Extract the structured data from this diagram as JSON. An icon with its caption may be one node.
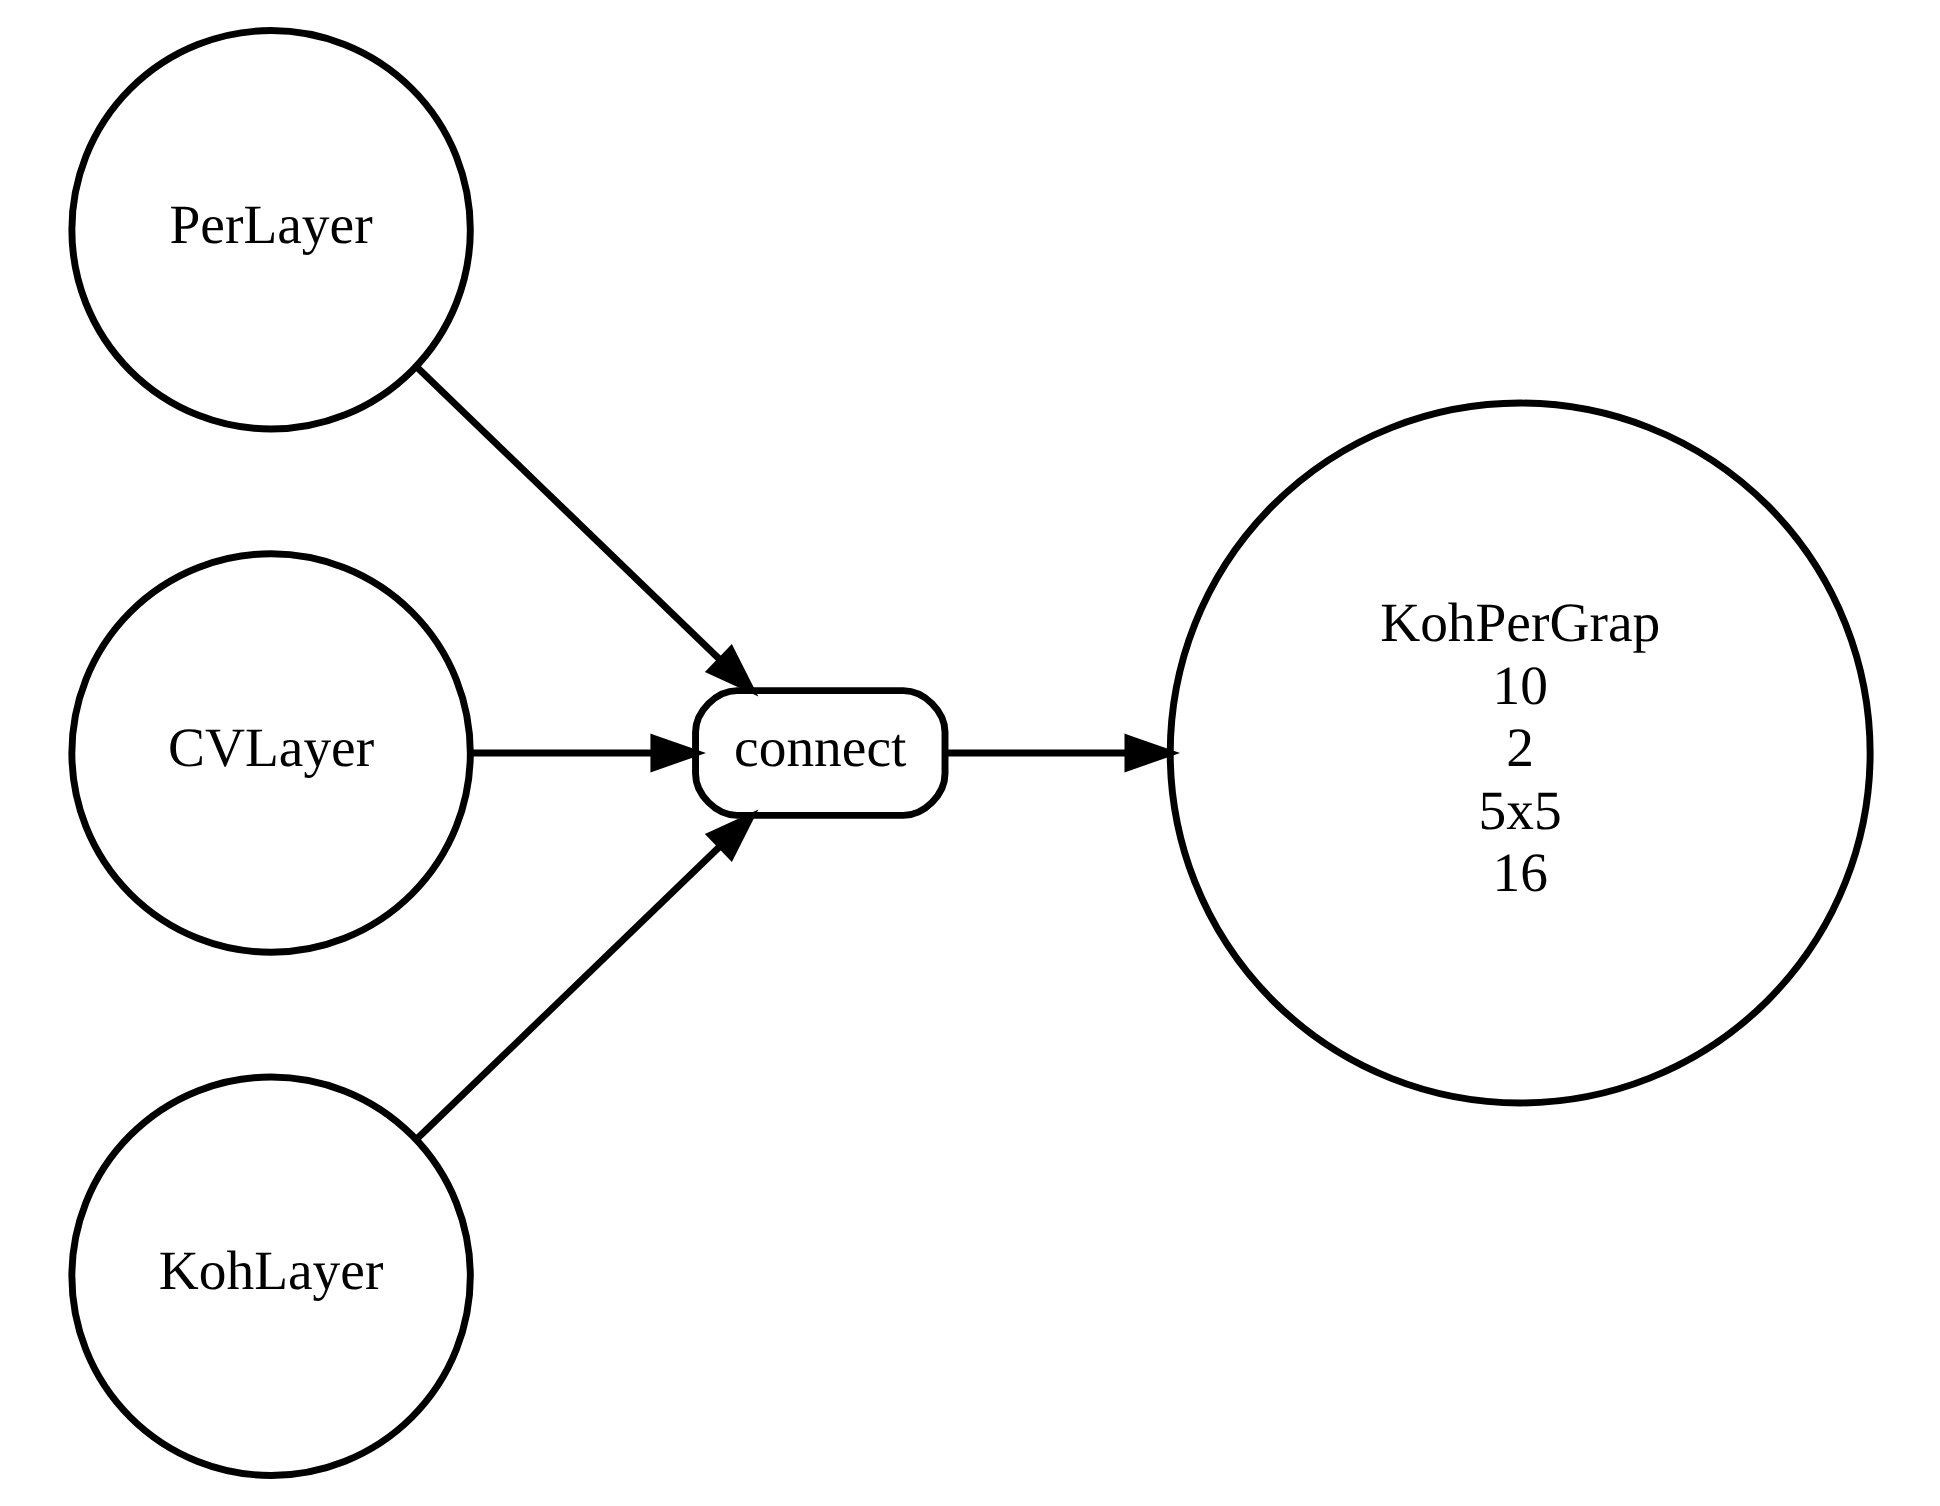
{
  "diagram": {
    "nodes": [
      {
        "text": [
          "PerLayer"
        ]
      },
      {
        "text": [
          "CVLayer"
        ]
      },
      {
        "text": [
          "connect"
        ]
      },
      {
        "text": [
          "KohLayer"
        ]
      },
      {
        "text": [
          "KohPerGrap",
          "10",
          "2",
          "5x5",
          "16"
        ]
      }
    ],
    "edges": [
      {
        "from": 0,
        "to": 2,
        "arrow": "to"
      },
      {
        "from": 1,
        "to": 2,
        "arrow": "to"
      },
      {
        "from": 3,
        "to": 2,
        "arrow": "to"
      },
      {
        "from": 2,
        "to": 4,
        "arrow": "to"
      }
    ]
  }
}
